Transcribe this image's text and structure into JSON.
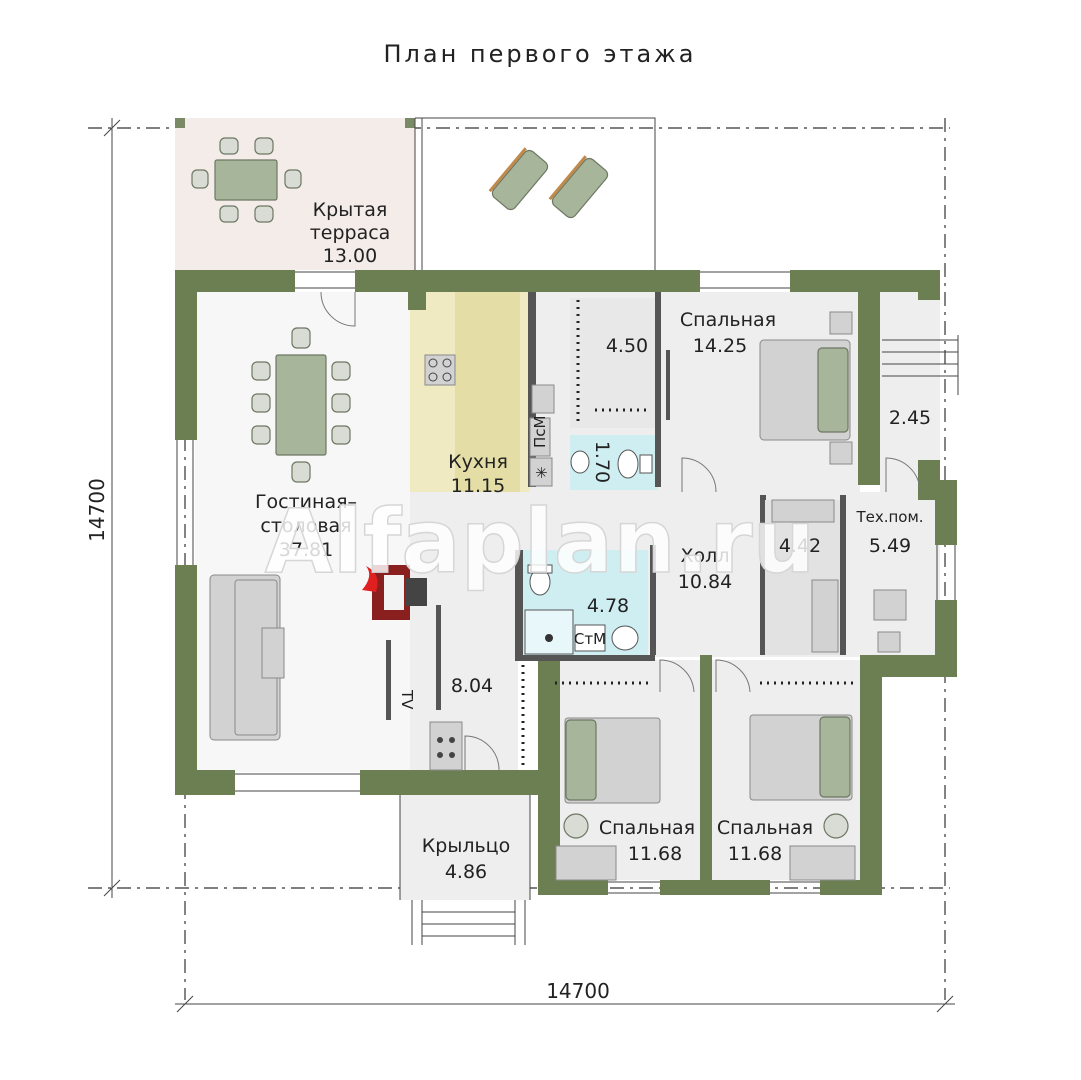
{
  "title": "План первого этажа",
  "dimensions": {
    "horizontal": "14700",
    "vertical": "14700"
  },
  "rooms": {
    "terrace": {
      "name_line1": "Крытая",
      "name_line2": "терраса",
      "area": "13.00"
    },
    "living": {
      "name_line1": "Гостиная–",
      "name_line2": "столовая",
      "area": "37.81"
    },
    "kitchen": {
      "name": "Кухня",
      "area": "11.15"
    },
    "wardrobe": {
      "area": "4.50"
    },
    "bath_small": {
      "area": "1.70"
    },
    "bedroom_main": {
      "name": "Спальная",
      "area": "14.25"
    },
    "vestibule": {
      "area": "2.45"
    },
    "hall": {
      "name": "Холл",
      "area": "10.84"
    },
    "storage": {
      "area": "4.42"
    },
    "tech": {
      "name": "Тех.пом.",
      "area": "5.49"
    },
    "bathroom": {
      "area": "4.78"
    },
    "corridor": {
      "area": "8.04"
    },
    "porch": {
      "name": "Крыльцо",
      "area": "4.86"
    },
    "bedroom2": {
      "name": "Спальная",
      "area": "11.68"
    },
    "bedroom3": {
      "name": "Спальная",
      "area": "11.68"
    }
  },
  "fixture_labels": {
    "dishwasher": "ПсМ",
    "washer": "СтМ",
    "tv": "TV"
  },
  "watermark": "Alfaplan.ru",
  "colors": {
    "walls": "#6b7f52",
    "kitchen": "#efeac2",
    "bathroom": "#cfeef2",
    "floor": "#eeeeee"
  }
}
